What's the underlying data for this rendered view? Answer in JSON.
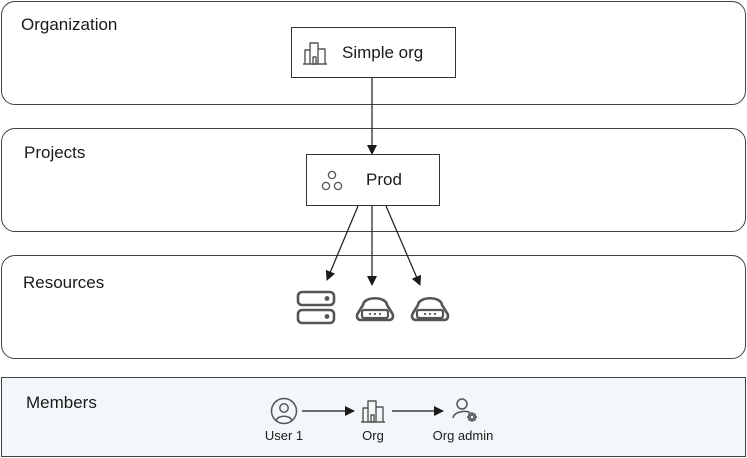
{
  "bands": {
    "organization": {
      "label": "Organization"
    },
    "projects": {
      "label": "Projects"
    },
    "resources": {
      "label": "Resources"
    },
    "members": {
      "label": "Members",
      "background": "#f2f8fa"
    }
  },
  "nodes": {
    "org": {
      "label": "Simple org",
      "icon": "building-icon"
    },
    "project": {
      "label": "Prod",
      "icon": "project-circles-icon"
    }
  },
  "resources": {
    "items": [
      {
        "icon": "server-stack-icon"
      },
      {
        "icon": "cloud-storage-icon"
      },
      {
        "icon": "cloud-storage-icon"
      }
    ]
  },
  "members": {
    "items": [
      {
        "label": "User 1",
        "icon": "user-icon"
      },
      {
        "label": "Org",
        "icon": "building-icon"
      },
      {
        "label": "Org admin",
        "icon": "user-gear-icon"
      }
    ]
  },
  "colors": {
    "stroke": "#404040",
    "icon": "#555555",
    "members_fill": "#f2f8fa"
  }
}
